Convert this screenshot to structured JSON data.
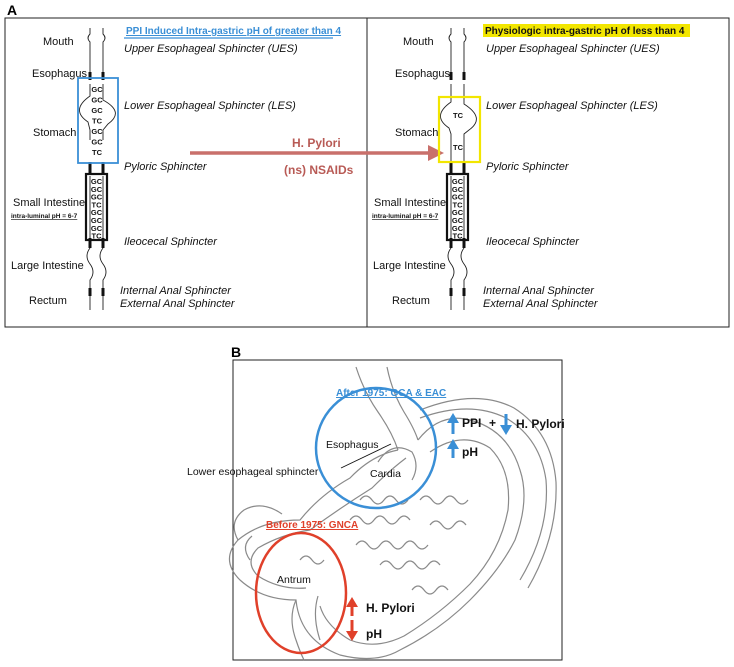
{
  "panel_a": {
    "label": "A",
    "left_header": "PPI Induced Intra-gastric pH of greater than 4",
    "right_header": "Physiologic intra-gastric pH of less than 4",
    "organs": [
      "Mouth",
      "Esophagus",
      "Stomach",
      "Small Intestine",
      "Large Intestine",
      "Rectum"
    ],
    "intra_luminal": "intra-luminal pH = 6-7",
    "sphincters": {
      "ues": "Upper Esophageal Sphincter (UES)",
      "les": "Lower Esophageal Sphincter (LES)",
      "pyloric": "Pyloric Sphincter",
      "ileocecal": "Ileocecal Sphincter",
      "internal_anal": "Internal Anal Sphincter",
      "external_anal": "External Anal Sphincter"
    },
    "left_stomach_cells": [
      "GC",
      "GC",
      "GC",
      "TC",
      "GC",
      "GC",
      "TC"
    ],
    "right_stomach_cells": [
      "TC",
      "TC"
    ],
    "intestine_cells": [
      "GC",
      "GC",
      "GC",
      "TC",
      "GC",
      "GC",
      "GC",
      "TC"
    ],
    "arrow_label_top": "H. Pylori",
    "arrow_label_bottom": "(ns) NSAIDs",
    "colors": {
      "blue": "#3a8fd6",
      "yellow": "#f2e600",
      "arrow": "#c9706b"
    }
  },
  "panel_b": {
    "label": "B",
    "after_label": "After 1975: GCA & EAC",
    "before_label": "Before 1975: GNCA",
    "esophagus": "Esophagus",
    "les": "Lower esophageal sphincter",
    "cardia": "Cardia",
    "antrum": "Antrum",
    "ppi": "PPI",
    "plus": "+",
    "hpylori_top": "H. Pylori",
    "ph_top": "pH",
    "hpylori_bottom": "H. Pylori",
    "ph_bottom": "pH",
    "colors": {
      "blue": "#3a8fd6",
      "red": "#e0402a"
    }
  }
}
